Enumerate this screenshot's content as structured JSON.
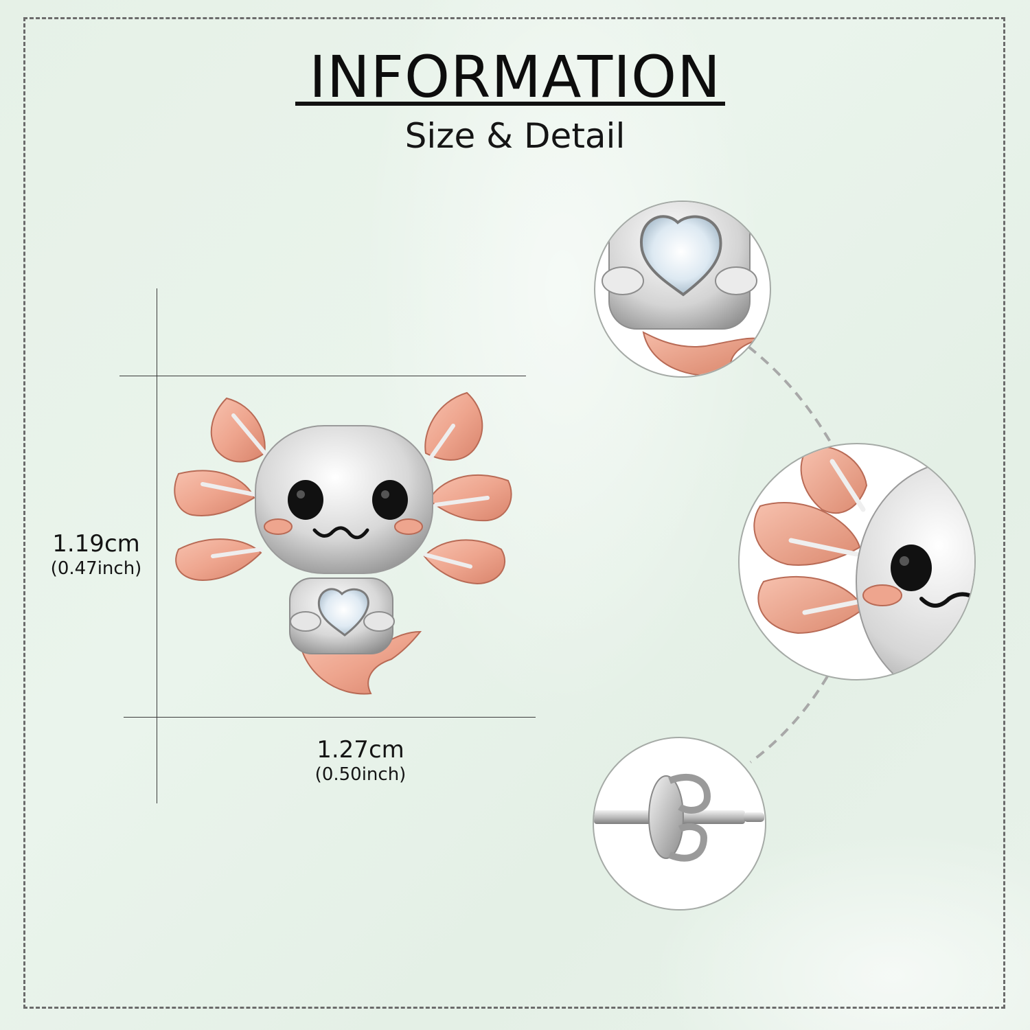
{
  "header": {
    "title": "INFORMATION",
    "subtitle": "Size & Detail"
  },
  "dimensions": {
    "height": {
      "cm": "1.19cm",
      "inch": "(0.47inch)"
    },
    "width": {
      "cm": "1.27cm",
      "inch": "(0.50inch)"
    }
  },
  "product": {
    "name": "axolotl-stud-earring",
    "colors": {
      "rose_gold": "#eea58e",
      "rose_gold_edge": "#b86a55",
      "silver": "#c9c9c9",
      "silver_dark": "#8d8d8d",
      "eye": "#111111",
      "crystal": "#e3eef7"
    }
  },
  "detail_views": [
    {
      "label": "heart-crystal-body-detail"
    },
    {
      "label": "gills-and-face-detail"
    },
    {
      "label": "earring-post-and-butterfly-back-detail"
    }
  ],
  "colors": {
    "background": "#e8f2ea",
    "frame_border": "#6b6b6b",
    "text": "#111111",
    "circle_border": "#a5aaa6",
    "connector": "#a8a8a8"
  }
}
